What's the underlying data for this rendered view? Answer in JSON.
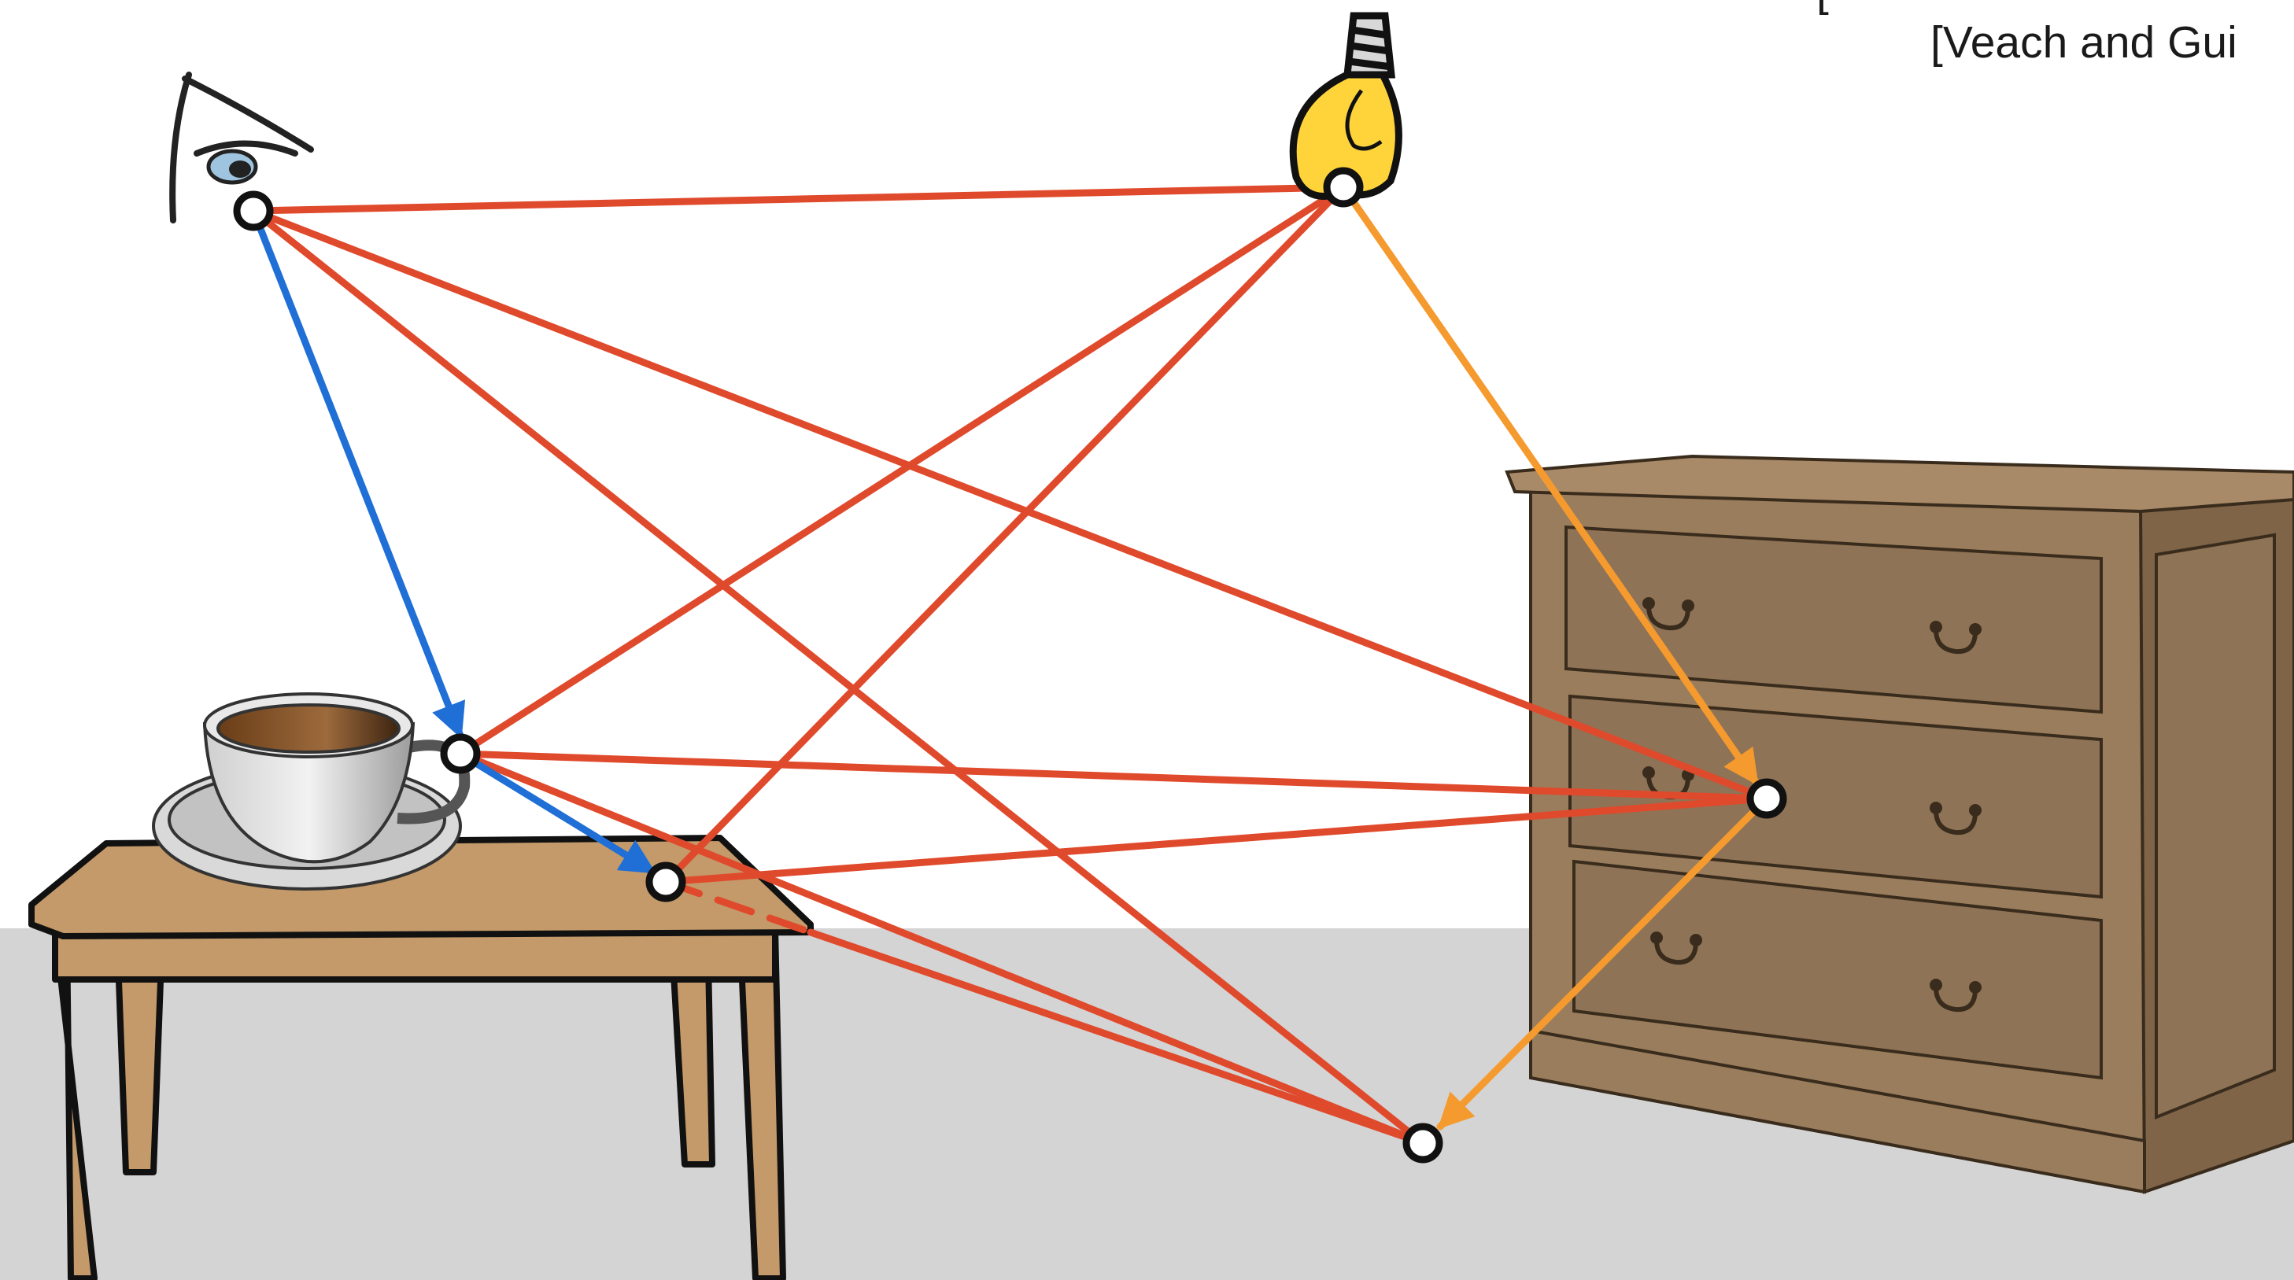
{
  "citation": {
    "top_fragment": "[",
    "reference": "[Veach and Gui"
  },
  "colors": {
    "eye_path": "#1f6fd6",
    "connection": "#e04a2c",
    "light_path": "#f59a2e",
    "floor": "#d4d4d4",
    "table_wood": "#c49a6a",
    "dresser_wood": "#8e7356"
  },
  "icons": [
    "eye-icon",
    "light-bulb-icon"
  ],
  "objects": [
    "coffee-cup",
    "table",
    "dresser"
  ]
}
